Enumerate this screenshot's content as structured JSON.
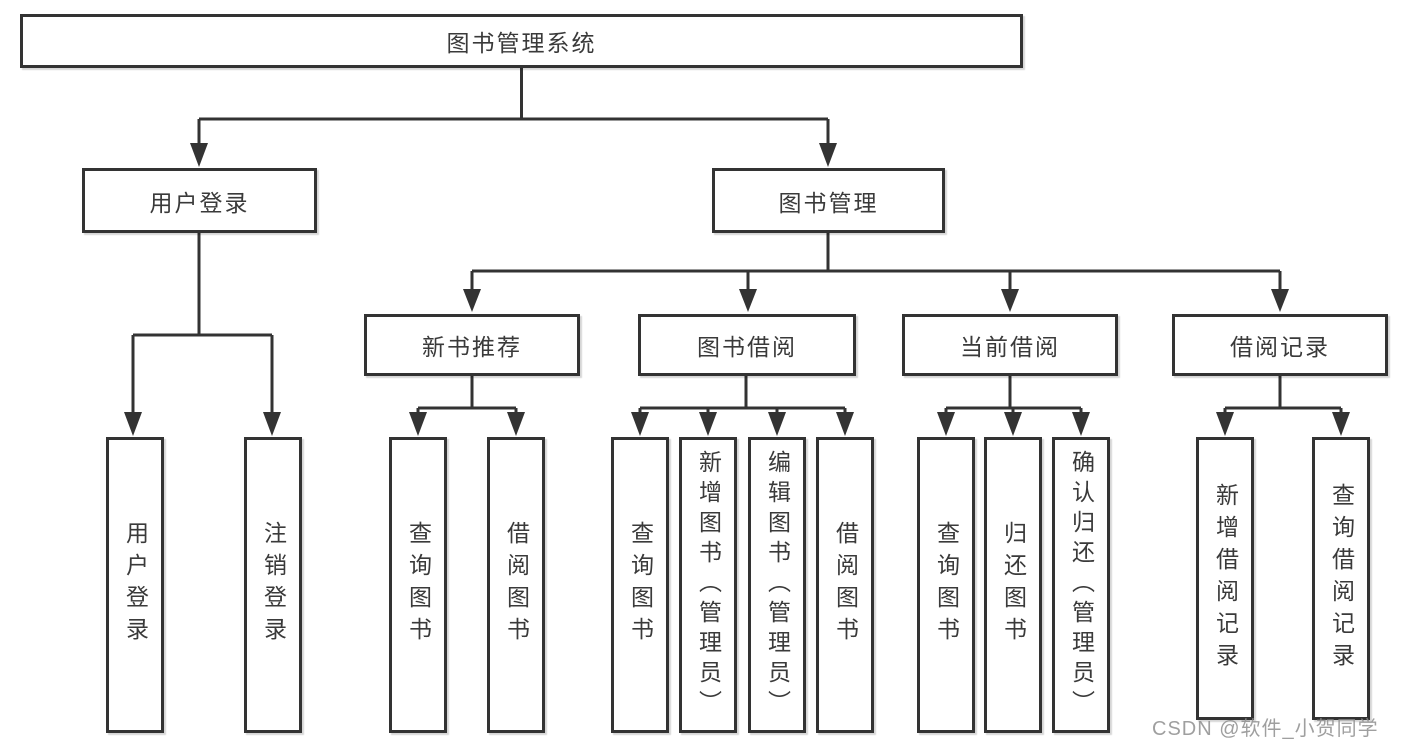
{
  "diagram": {
    "title": "图书管理系统",
    "watermark": "CSDN @软件_小贺同学",
    "colors": {
      "line": "#333333",
      "border": "#333333",
      "text": "#3a3a3a",
      "background": "#ffffff",
      "watermark": "#8f8f8f"
    },
    "tree": {
      "label": "图书管理系统",
      "children": [
        {
          "label": "用户登录",
          "children": [
            {
              "label": "用户登录"
            },
            {
              "label": "注销登录"
            }
          ]
        },
        {
          "label": "图书管理",
          "children": [
            {
              "label": "新书推荐",
              "children": [
                {
                  "label": "查询图书"
                },
                {
                  "label": "借阅图书"
                }
              ]
            },
            {
              "label": "图书借阅",
              "children": [
                {
                  "label": "查询图书"
                },
                {
                  "label": "新增图书（管理员）"
                },
                {
                  "label": "编辑图书（管理员）"
                },
                {
                  "label": "借阅图书"
                }
              ]
            },
            {
              "label": "当前借阅",
              "children": [
                {
                  "label": "查询图书"
                },
                {
                  "label": "归还图书"
                },
                {
                  "label": "确认归还（管理员）"
                }
              ]
            },
            {
              "label": "借阅记录",
              "children": [
                {
                  "label": "新增借阅记录"
                },
                {
                  "label": "查询借阅记录"
                }
              ]
            }
          ]
        }
      ]
    }
  }
}
